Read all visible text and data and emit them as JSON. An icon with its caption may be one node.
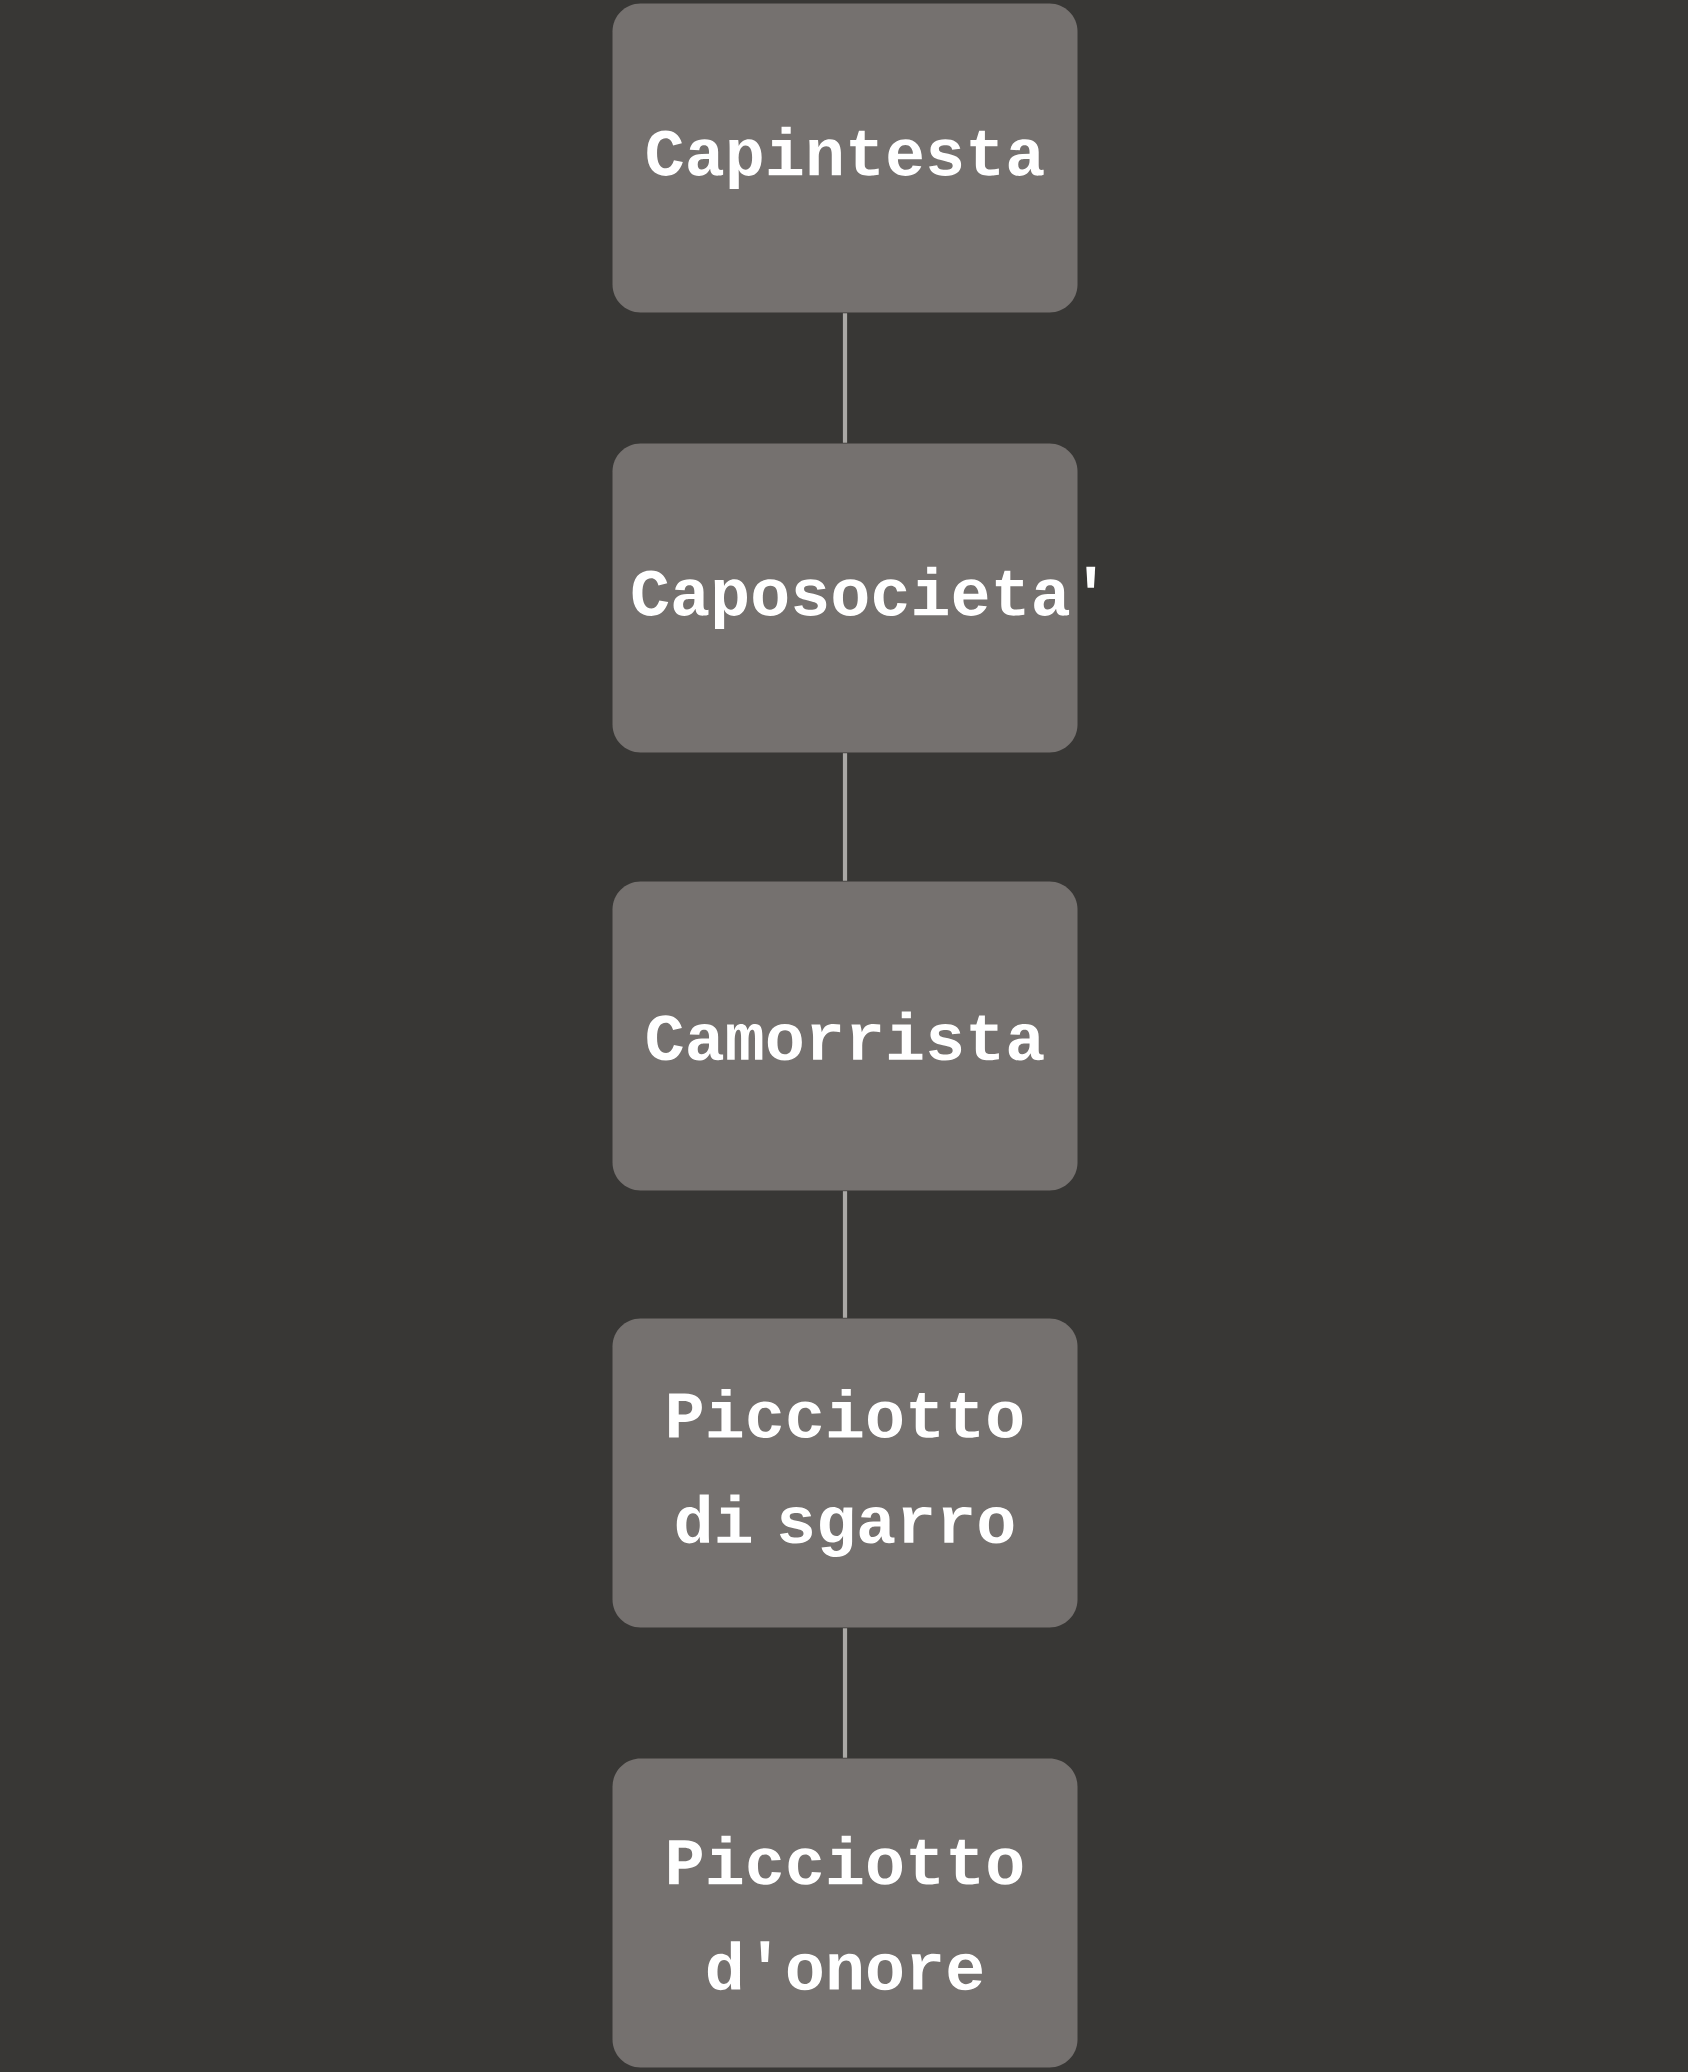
{
  "diagram": {
    "nodes": [
      {
        "text": [
          "Capintesta"
        ]
      },
      {
        "text": [
          "Caposocieta'"
        ]
      },
      {
        "text": [
          "Camorrista"
        ]
      },
      {
        "text": [
          "Picciotto di sgarro"
        ]
      },
      {
        "text": [
          "Picciotto d'onore"
        ]
      }
    ],
    "edges": [
      {
        "from": 0,
        "to": 1,
        "arrow": "none"
      },
      {
        "from": 1,
        "to": 2,
        "arrow": "none"
      },
      {
        "from": 2,
        "to": 3,
        "arrow": "none"
      },
      {
        "from": 3,
        "to": 4,
        "arrow": "none"
      }
    ]
  }
}
